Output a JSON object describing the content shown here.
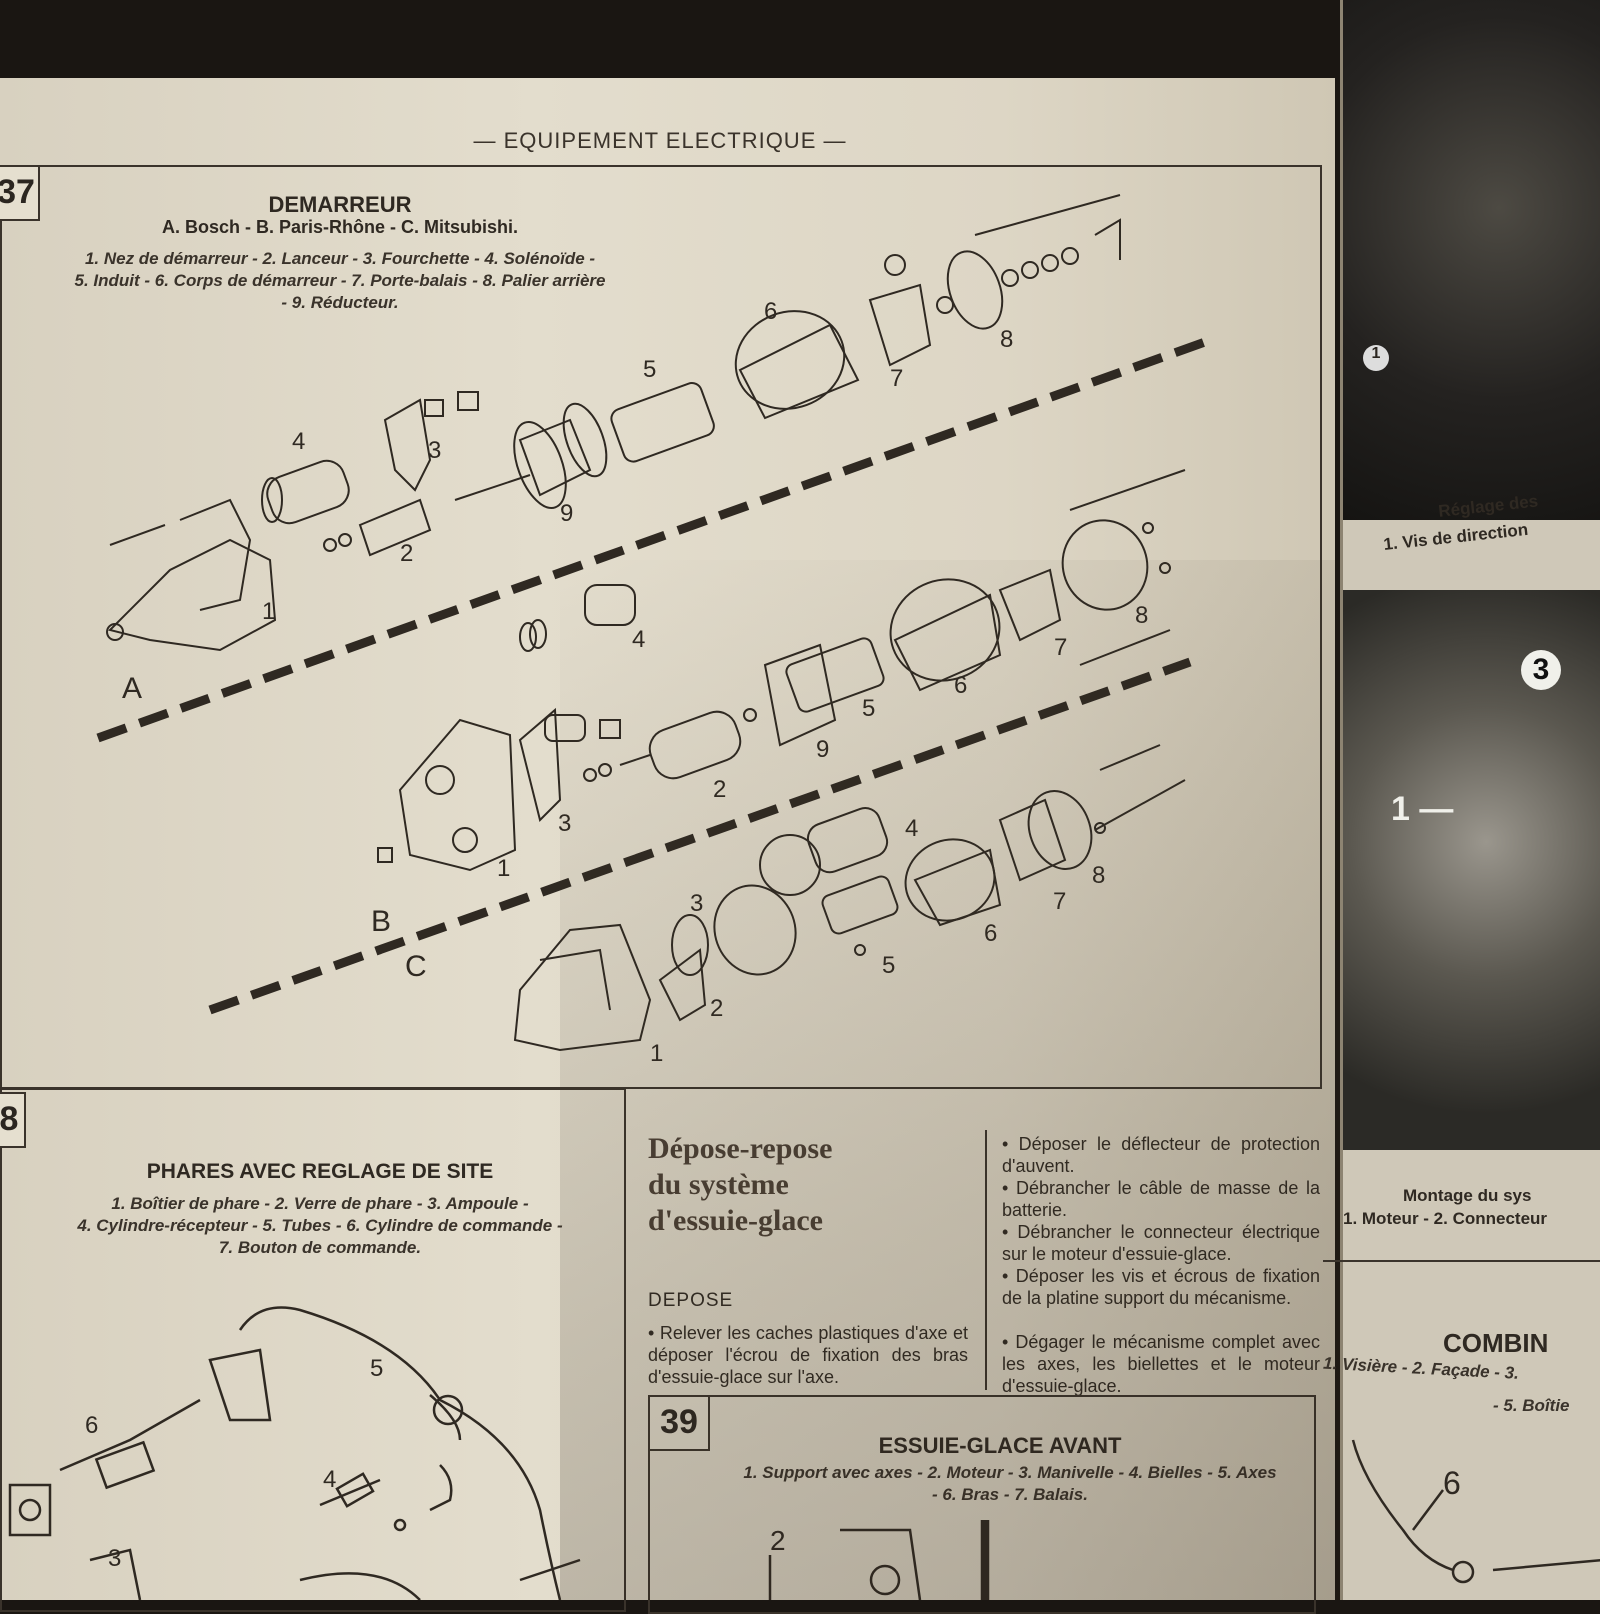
{
  "header": "— EQUIPEMENT ELECTRIQUE —",
  "fig37": {
    "number": "37",
    "title": "DEMARREUR",
    "subtitle": "A. Bosch - B. Paris-Rhône - C. Mitsubishi.",
    "caption_line1": "1. Nez de démarreur - 2. Lanceur - 3. Fourchette - 4. Solénoïde -",
    "caption_line2": "5. Induit - 6. Corps de démarreur - 7. Porte-balais - 8. Palier arrière",
    "caption_line3": "- 9. Réducteur.",
    "variants": [
      "A",
      "B",
      "C"
    ]
  },
  "fig38": {
    "number": "8",
    "title": "PHARES AVEC REGLAGE DE SITE",
    "caption_line1": "1. Boîtier de phare - 2. Verre de phare - 3. Ampoule -",
    "caption_line2": "4. Cylindre-récepteur - 5. Tubes - 6. Cylindre de commande -",
    "caption_line3": "7. Bouton de commande."
  },
  "article": {
    "title_line1": "Dépose-repose",
    "title_line2": "du système",
    "title_line3": "d'essuie-glace",
    "section": "DEPOSE",
    "para1": "• Relever les caches plastiques d'axe et déposer l'écrou de fixation des bras d'essuie-glace sur l'axe.",
    "para2": "• Déposer le déflecteur de protection d'auvent.",
    "para3": "• Débrancher le câble de masse de la batterie.",
    "para4": "• Débrancher le connecteur électrique sur le moteur d'essuie-glace.",
    "para5": "• Déposer les vis et écrous de fixation de la platine support du mécanisme.",
    "para6": "• Dégager le mécanisme complet avec les axes, les biellettes et le moteur d'essuie-glace."
  },
  "fig39": {
    "number": "39",
    "title": "ESSUIE-GLACE AVANT",
    "caption_line1": "1. Support avec axes - 2. Moteur - 3. Manivelle - 4. Bielles - 5. Axes",
    "caption_line2": "- 6. Bras - 7. Balais."
  },
  "right_page": {
    "caption1_line1": "Réglage des",
    "caption1_line2": "1. Vis de direction",
    "caption2_line1": "Montage du sys",
    "caption2_line2": "1. Moteur - 2. Connecteur",
    "section_title": "COMBIN",
    "caption3_line1": "1. Visière - 2. Façade - 3.",
    "caption3_line2": "- 5. Boîtie"
  }
}
